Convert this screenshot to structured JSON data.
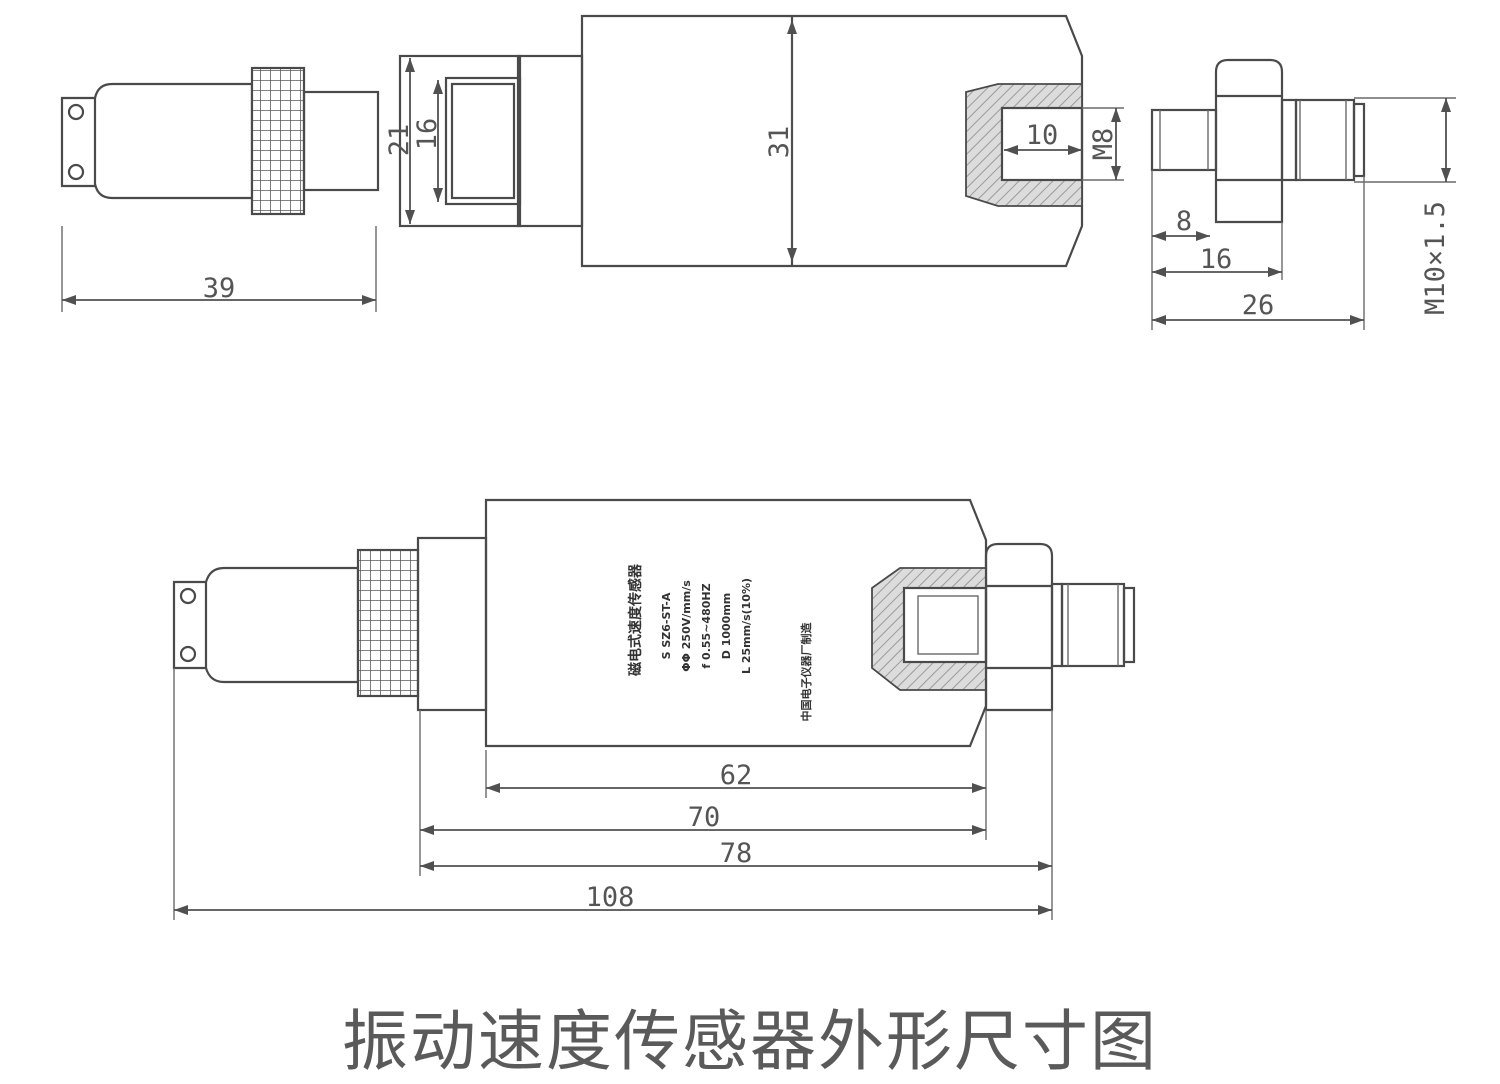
{
  "caption": "振动速度传感器外形尺寸图",
  "dimensions": {
    "connector_length": "39",
    "flange_outer": "21",
    "flange_inner": "16",
    "body_diameter": "31",
    "thread_depth": "10",
    "thread_size": "M8",
    "stud_thread": "M10×1.5",
    "stud_8": "8",
    "stud_16": "16",
    "stud_26": "26",
    "len_62": "62",
    "len_70": "70",
    "len_78": "78",
    "len_108": "108"
  },
  "nameplate": {
    "title": "磁电式速度传感器",
    "line1": "S  SZ6-ST-A",
    "line2": "ΦΦ 250V/mm/s",
    "line3": "f  0.55~480HZ",
    "line4": "D  1000mm",
    "line5": "L  25mm/s(10%)",
    "maker": "中国电子仪器厂制造"
  },
  "colors": {
    "line": "#4a4a4a",
    "hatch_fill": "#d9d9d9",
    "text": "#555555"
  }
}
